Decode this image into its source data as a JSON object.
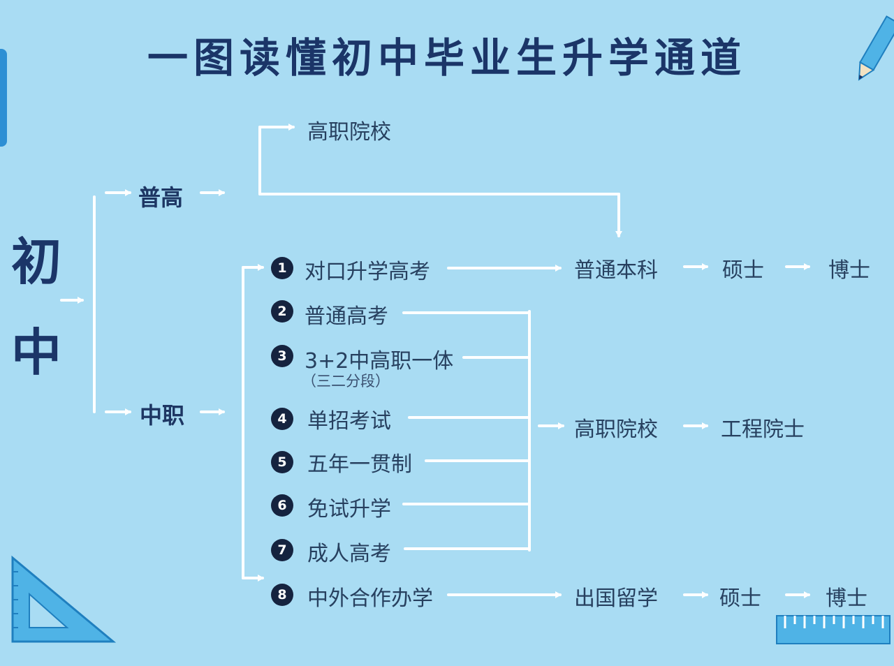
{
  "title": "一图读懂初中毕业生升学通道",
  "start": {
    "char1": "初",
    "char2": "中"
  },
  "branches": {
    "general": "普高",
    "vocational": "中职"
  },
  "top_target": "高职院校",
  "paths": [
    {
      "num": "1",
      "label": "对口升学高考"
    },
    {
      "num": "2",
      "label": "普通高考"
    },
    {
      "num": "3",
      "label": "3+2中高职一体",
      "sub": "（三二分段）"
    },
    {
      "num": "4",
      "label": "单招考试"
    },
    {
      "num": "5",
      "label": "五年一贯制"
    },
    {
      "num": "6",
      "label": "免试升学"
    },
    {
      "num": "7",
      "label": "成人高考"
    },
    {
      "num": "8",
      "label": "中外合作办学"
    }
  ],
  "outcomes": {
    "row1": {
      "a": "普通本科",
      "b": "硕士",
      "c": "博士"
    },
    "row2": {
      "a": "高职院校",
      "b": "工程院士"
    },
    "row3": {
      "a": "出国留学",
      "b": "硕士",
      "c": "博士"
    }
  },
  "colors": {
    "background": "#a9dcf3",
    "lines": "#ffffff",
    "title": "#1b3568",
    "badge": "#15233f"
  }
}
